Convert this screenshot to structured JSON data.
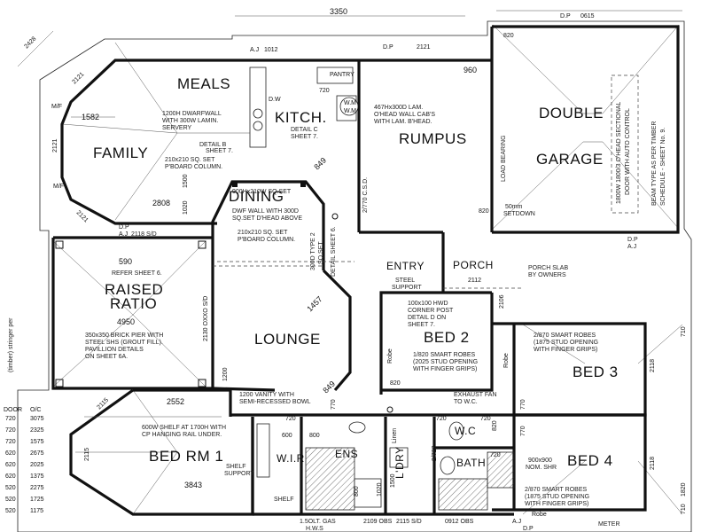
{
  "dimensions_top": {
    "d3350": "3350",
    "d1012": "1012",
    "d2121": "2121",
    "d0615": "0615",
    "d2428": "2428",
    "d820": "820",
    "d960": "960",
    "d2121b": "2121"
  },
  "labels_top": {
    "aj": "A.J",
    "dp": "D.P",
    "dp2": "D.P",
    "dp3": "D.P",
    "pantry": "PANTRY",
    "dw": "D.W",
    "d720": "720",
    "wm": "W.M",
    "wm2": "W.M",
    "mf1": "M/F",
    "mf2": "M/F"
  },
  "rooms": {
    "meals": "MEALS",
    "family": "FAMILY",
    "kitch": "KITCH.",
    "rumpus": "RUMPUS",
    "double": "DOUBLE",
    "garage": "GARAGE",
    "dining": "DINING",
    "raised": "RAISED",
    "patio": "RATIO",
    "lounge": "LOUNGE",
    "entry": "ENTRY",
    "porch": "PORCH",
    "bed2": "BED 2",
    "bed3": "BED 3",
    "bed4": "BED 4",
    "bedrm1": "BED RM 1",
    "wir": "W.I.R",
    "ens": "ENS",
    "ldry": "L'DRY",
    "wc": "W.C",
    "bath": "BATH",
    "linen": "Linen",
    "robe1": "Robe",
    "robe2": "Robe",
    "robe3": "Robe"
  },
  "notes": {
    "dwarfwall": "1200H DWARFWALL",
    "dwarfwall2": "WITH 300W LAMIN.",
    "dwarfwall3": "SERVERY",
    "detailb": "DETAIL B",
    "detailb2": "SHEET 7.",
    "postset1": "210x210 SQ. SET",
    "postset2": "P'BOARD COLUMN.",
    "dwf1": "900Hx210W SQ.SET",
    "dwf2": "DWF WALL WITH 300D",
    "dwf3": "SQ.SET D'HEAD ABOVE",
    "dwf4": "210x210 SQ. SET",
    "dwf5": "P'BOARD COLUMN.",
    "detailc": "DETAIL C",
    "detailc2": "SHEET 7.",
    "lam1": "467Hx300D LAM.",
    "lam2": "O'HEAD WALL CAB'S",
    "lam3": "WITH LAM. B'HEAD.",
    "loadbearing": "LOAD BEARING",
    "setdown1": "50mm",
    "setdown2": "SETDOWN",
    "sectional1": "1800W 1800/3 O'HEAD SECTIONAL",
    "sectional2": "DOOR WITH AUTO CONTROL",
    "beam1": "BEAM TYPE AS PER TIMBER",
    "beam2": "SCHEDULE - SHEET No. 9.",
    "csd": "2/770 C.S.D.",
    "refer": "REFER SHEET 6.",
    "brick1": "350x350 BRICK PIER WITH",
    "brick2": "STEEL SHS (GROUT FILL).",
    "brick3": "PAVILLION DETAILS",
    "brick4": "ON SHEET 6A.",
    "stepdown": "DETAIL SHEET 6.",
    "steelsupport1": "STEEL",
    "steelsupport2": "SUPPORT",
    "porchslab1": "PORCH SLAB",
    "porchslab2": "BY OWNERS",
    "post1": "100x100 HWD",
    "post2": "CORNER POST",
    "post3": "DETAIL D ON",
    "post4": "SHEET 7.",
    "robes2a": "1/820 SMART ROBES",
    "robes2b": "(2025 STUD OPENING",
    "robes2c": "WITH FINGER GRIPS)",
    "robes3a": "2/870 SMART ROBES",
    "robes3b": "(1875 STUD OPENING",
    "robes3c": "WITH FINGER GRIPS)",
    "robes4a": "2/870 SMART ROBES",
    "robes4b": "(1875 STUD OPENING",
    "robes4c": "WITH FINGER GRIPS)",
    "exhaust1": "EXHAUST FAN",
    "exhaust2": "TO W.C.",
    "vanity1": "1200 VANITY WITH",
    "vanity2": "SEMI-RECESSED BOWL",
    "shelf1": "600W SHELF AT 1700H WITH",
    "shelf2": "CP HANGING RAIL UNDER.",
    "shelfsup1": "SHELF",
    "shelfsup2": "SUPPORT",
    "shelf3": "SHELF",
    "shr1": "900x900",
    "shr2": "NOM. SHR",
    "gas": "1.5OLT. GAS",
    "hws": "H.W.S",
    "meter": "METER",
    "column": "300D TYPE 2",
    "column2": "SQ.SET",
    "ssd": "2118 S/D",
    "dpaj": "D.P",
    "dpaj2": "A.J",
    "timber": "(timber) stringer per"
  },
  "dimensions": {
    "d1582": "1582",
    "d2121v": "2121",
    "d2121a": "2121",
    "d2121b": "2121",
    "d2808": "2808",
    "d1020": "1020",
    "d1500": "1500",
    "d849a": "849",
    "d849b": "849",
    "d1457": "1457",
    "d590": "590",
    "d4950": "4950",
    "d2130": "2130 OXXO S/D",
    "d1200": "1200",
    "d2112": "2112",
    "d2106": "2106",
    "d820a": "820",
    "d820b": "820",
    "d820c": "820",
    "d2552": "2552",
    "d2115a": "2115",
    "d2115b": "2115",
    "d3843": "3843",
    "d720a": "720",
    "d720b": "720",
    "d720c": "720",
    "d720d": "720",
    "d770a": "770",
    "d770b": "770",
    "d770c": "770",
    "d600": "600",
    "d800a": "800",
    "d800b": "800",
    "d2720": "2/720",
    "d2109": "2109 OBS",
    "d2115sd": "2115 S/D",
    "d0912": "0912 OBS",
    "d2118a": "2118",
    "d2118b": "2118",
    "d710a": "710",
    "d710b": "710",
    "d1820": "1820",
    "d1500b": "1500",
    "d1020b": "1020"
  },
  "schedule": {
    "h1": "DOOR",
    "h2": "O/C",
    "rows": [
      [
        "720",
        "3075"
      ],
      [
        "720",
        "2325"
      ],
      [
        "720",
        "1575"
      ],
      [
        "620",
        "2675"
      ],
      [
        "620",
        "2025"
      ],
      [
        "620",
        "1375"
      ],
      [
        "520",
        "2275"
      ],
      [
        "520",
        "1725"
      ],
      [
        "520",
        "1175"
      ]
    ]
  },
  "aj_labels": {
    "dp": "D.P",
    "aj": "A.J",
    "dp2": "D.P",
    "aj2": "A.J"
  }
}
